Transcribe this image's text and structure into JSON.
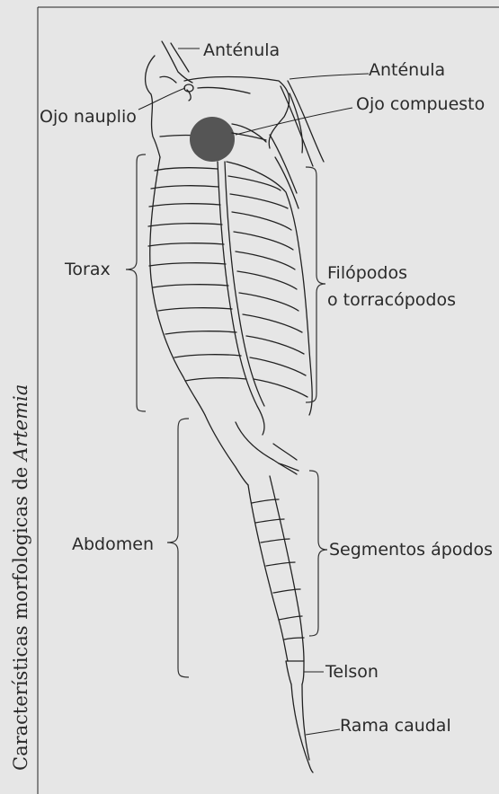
{
  "caption": {
    "prefix": "Características morfologicas de ",
    "species": "Artemia"
  },
  "labels": {
    "antenula_top": "Anténula",
    "antenula_right": "Anténula",
    "ojo_nauplio": "Ojo nauplio",
    "ojo_compuesto": "Ojo compuesto",
    "torax": "Torax",
    "filopodos_1": "Filópodos",
    "filopodos_2": "o torracópodos",
    "abdomen": "Abdomen",
    "segmentos": "Segmentos ápodos",
    "telson": "Telson",
    "rama_caudal": "Rama caudal"
  }
}
